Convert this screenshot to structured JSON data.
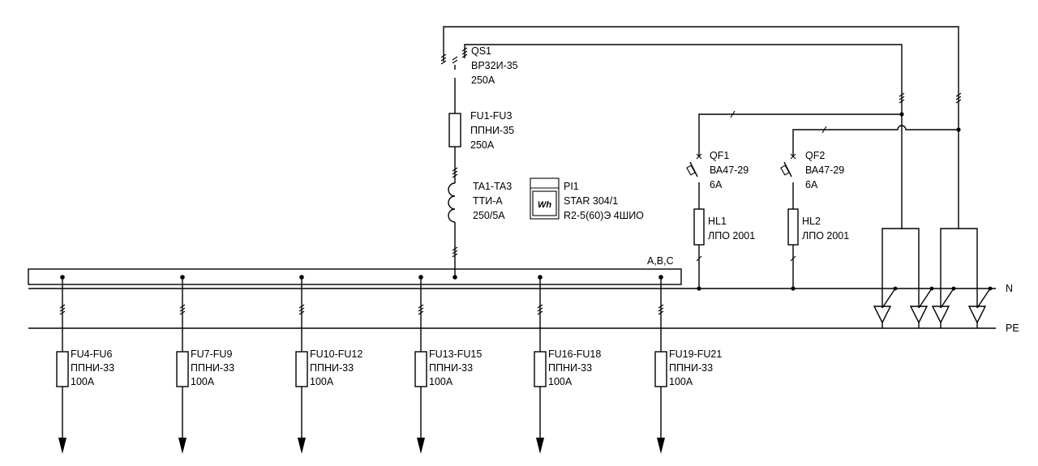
{
  "bus": {
    "phases_label": "A,B,C",
    "neutral_label": "N",
    "pe_label": "PE"
  },
  "input": {
    "switch": {
      "ref": "QS1",
      "type": "ВР32И-35",
      "rating": "250A"
    },
    "fuses": {
      "ref": "FU1-FU3",
      "type": "ППНИ-35",
      "rating": "250A"
    },
    "current_transformers": {
      "ref": "TA1-TA3",
      "type": "ТТИ-А",
      "ratio": "250/5A"
    },
    "meter": {
      "ref": "PI1",
      "symbol": "Wh",
      "model": "STAR 304/1",
      "spec": "R2-5(60)Э 4ШИО"
    }
  },
  "lighting": [
    {
      "breaker_ref": "QF1",
      "breaker_type": "ВА47-29",
      "breaker_rating": "6A",
      "lamp_ref": "HL1",
      "lamp_type": "ЛПО 2001"
    },
    {
      "breaker_ref": "QF2",
      "breaker_type": "ВА47-29",
      "breaker_rating": "6A",
      "lamp_ref": "HL2",
      "lamp_type": "ЛПО 2001"
    }
  ],
  "outgoing_feeders": [
    {
      "ref": "FU4-FU6",
      "type": "ППНИ-33",
      "rating": "100A"
    },
    {
      "ref": "FU7-FU9",
      "type": "ППНИ-33",
      "rating": "100A"
    },
    {
      "ref": "FU10-FU12",
      "type": "ППНИ-33",
      "rating": "100A"
    },
    {
      "ref": "FU13-FU15",
      "type": "ППНИ-33",
      "rating": "100A"
    },
    {
      "ref": "FU16-FU18",
      "type": "ППНИ-33",
      "rating": "100A"
    },
    {
      "ref": "FU19-FU21",
      "type": "ППНИ-33",
      "rating": "100A"
    }
  ]
}
